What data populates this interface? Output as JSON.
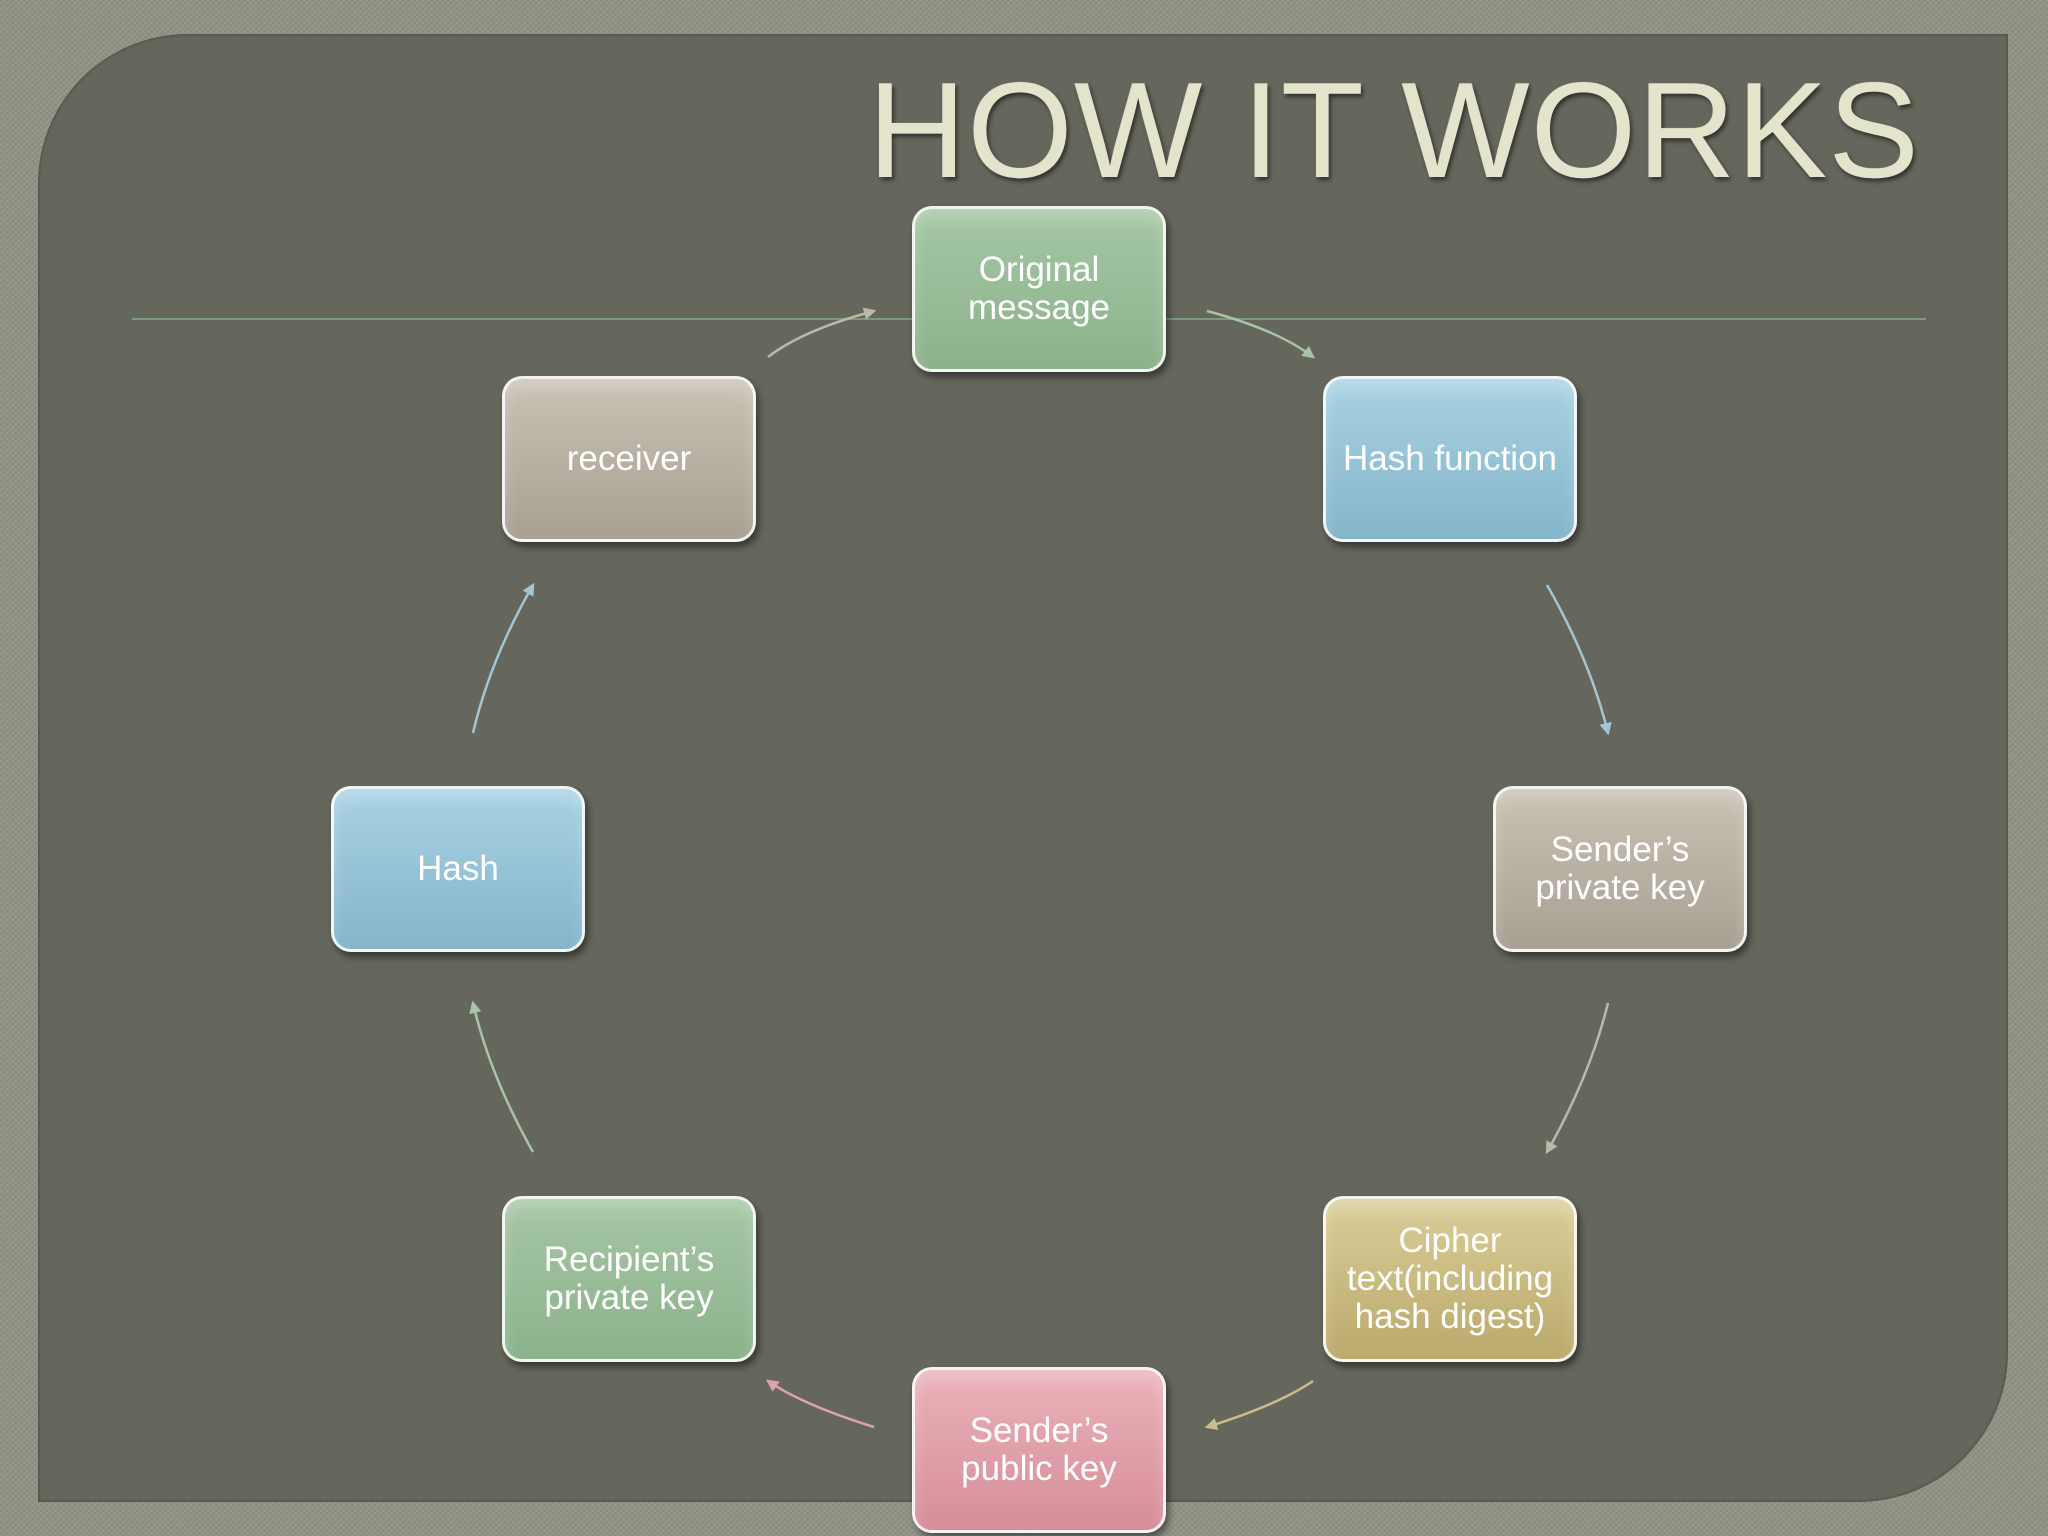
{
  "slide": {
    "title": "HOW IT WORKS"
  },
  "cycle": {
    "nodes": [
      {
        "id": "original-message",
        "label": "Original message",
        "color": "#9bbd9a"
      },
      {
        "id": "hash-function",
        "label": "Hash function",
        "color": "#97c3d6"
      },
      {
        "id": "senders-private-key",
        "label": "Sender’s private key",
        "color": "#b8b1a3"
      },
      {
        "id": "cipher-text",
        "label": "Cipher text(including hash digest)",
        "color": "#cbbd83"
      },
      {
        "id": "senders-public-key",
        "label": "Sender’s public key",
        "color": "#e0a0a8"
      },
      {
        "id": "recipients-private-key",
        "label": "Recipient’s private key",
        "color": "#9bbd9a"
      },
      {
        "id": "hash",
        "label": "Hash",
        "color": "#97c3d6"
      },
      {
        "id": "receiver",
        "label": "receiver",
        "color": "#b8b1a3"
      }
    ],
    "arrow_colors": [
      "#a9c3a8",
      "#a3c6d4",
      "#bdb7aa",
      "#c9bd8d",
      "#dba4ab",
      "#a9c3a8",
      "#a3c6d4",
      "#bdb7aa"
    ]
  }
}
